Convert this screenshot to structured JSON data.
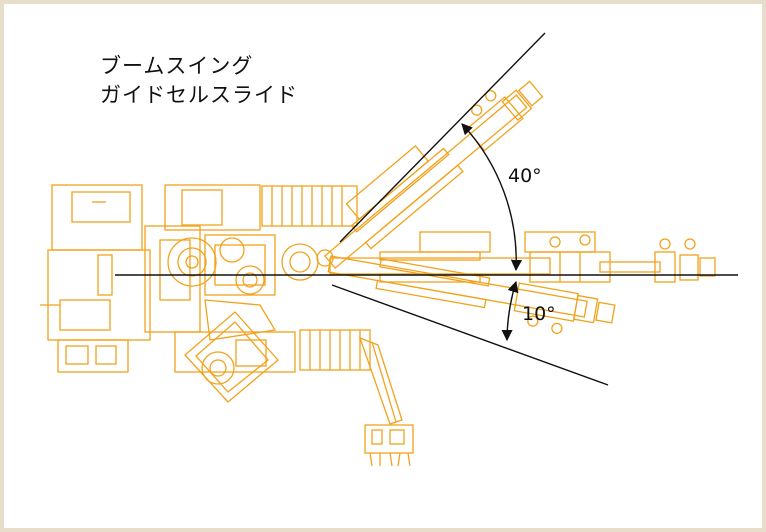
{
  "labels": {
    "title_line1": "ブームスイング",
    "title_line2": "ガイドセルスライド",
    "upper_angle": "40°",
    "lower_angle": "10°"
  },
  "colors": {
    "machine_outline": "#f2a21c",
    "reference_line": "#111111",
    "frame_border": "#e8dccb",
    "background": "#ffffff"
  }
}
